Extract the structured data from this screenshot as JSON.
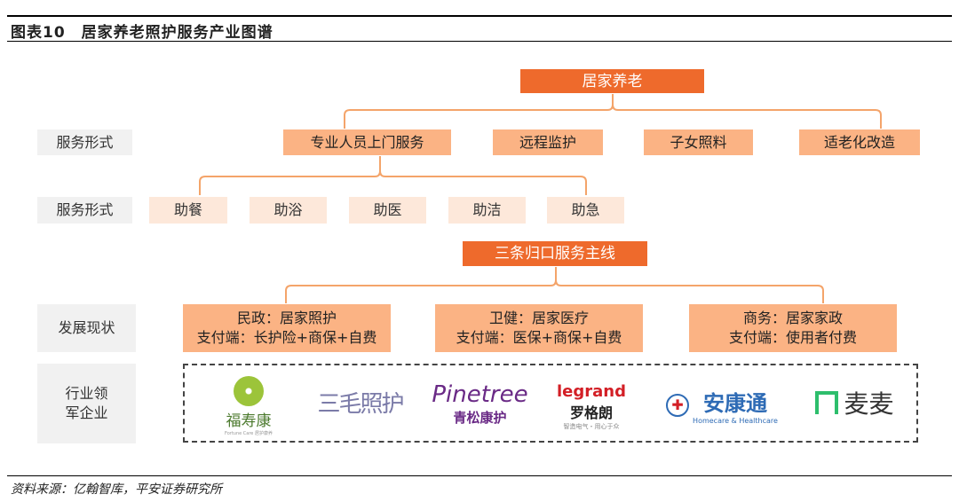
{
  "title": "图表10　居家养老照护服务产业图谱",
  "root": "居家养老",
  "row1": {
    "label": "服务形式",
    "items": [
      "专业人员上门服务",
      "远程监护",
      "子女照料",
      "适老化改造"
    ]
  },
  "row2": {
    "label": "服务形式",
    "items": [
      "助餐",
      "助浴",
      "助医",
      "助洁",
      "助急"
    ]
  },
  "mainline": "三条归口服务主线",
  "row3": {
    "label": "发展现状",
    "items": [
      {
        "line1": "民政：居家照护",
        "line2": "支付端：长护险+商保+自费"
      },
      {
        "line1": "卫健：居家医疗",
        "line2": "支付端：医保+商保+自费"
      },
      {
        "line1": "商务：居家家政",
        "line2": "支付端：使用者付费"
      }
    ]
  },
  "row4": {
    "label": "行业领军企业",
    "logos": [
      {
        "name": "福寿康",
        "sub": "Fortune Care 居护康养"
      },
      {
        "name": "三毛照护"
      },
      {
        "name": "Pinetree",
        "sub": "青松康护"
      },
      {
        "name": "legrand",
        "sub": "罗格朗",
        "tag": "智造电气・用心于众"
      },
      {
        "name": "安康通",
        "sub": "Homecare & Healthcare"
      },
      {
        "name": "麦麦"
      }
    ]
  },
  "source": "资料来源：亿翰智库，平安证券研究所",
  "colors": {
    "dark": "#EE6A2C",
    "mid": "#FBB384",
    "light": "#FDE8DA",
    "gray": "#F1F1F1",
    "line": "#F4A46A"
  }
}
